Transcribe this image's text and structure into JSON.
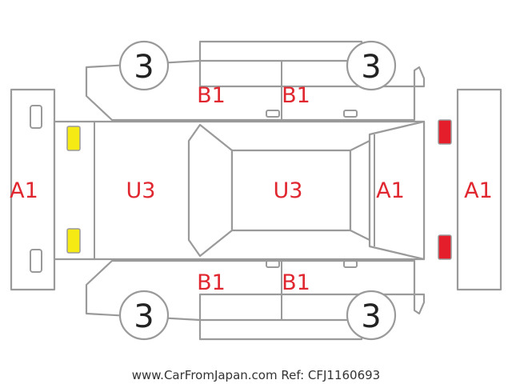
{
  "panels": {
    "front_bumper": "A1",
    "rear_bumper": "A1",
    "hood": "U3",
    "roof": "U3",
    "rear_panel": "A1",
    "left_front_door": "B1",
    "left_rear_door": "B1",
    "right_front_door": "B1",
    "right_rear_door": "B1"
  },
  "wheels": {
    "front_left": "3",
    "rear_left": "3",
    "front_right": "3",
    "rear_right": "3"
  },
  "colors": {
    "damage_code": "#e0262f",
    "headlight": "#f5ea14",
    "taillight": "#e41e2a",
    "outline": "#9a9a9a"
  },
  "footer": {
    "credit": "www.CarFromJapan.com Ref: CFJ1160693"
  }
}
